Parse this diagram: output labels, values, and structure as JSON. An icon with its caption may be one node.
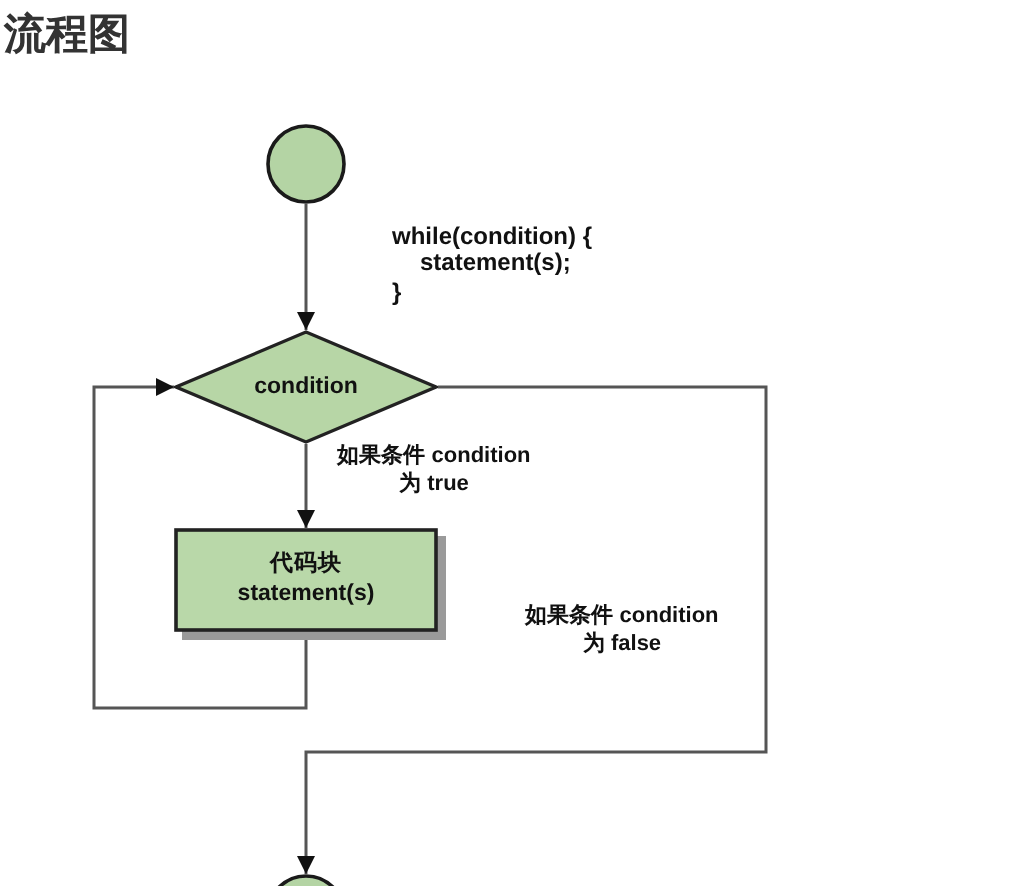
{
  "diagram": {
    "title": "流程图",
    "nodes": [
      {
        "text": [],
        "shape": "circle"
      },
      {
        "text": [
          "condition"
        ]
      },
      {
        "text": [
          "代码块 statement(s)"
        ]
      },
      {
        "text": [],
        "shape": "circle"
      }
    ],
    "edges": [
      {
        "from": 0,
        "to": 1,
        "arrow": "to"
      },
      {
        "from": 1,
        "to": 2,
        "arrow": "to",
        "label": "如果条件 condition 为 true"
      },
      {
        "from": 2,
        "to": 1,
        "arrow": "to"
      },
      {
        "from": 1,
        "to": 3,
        "arrow": "to",
        "label": "如果条件 condition 为 false"
      }
    ],
    "labels": [
      "while(condition) {",
      "statement(s);",
      "}"
    ]
  }
}
